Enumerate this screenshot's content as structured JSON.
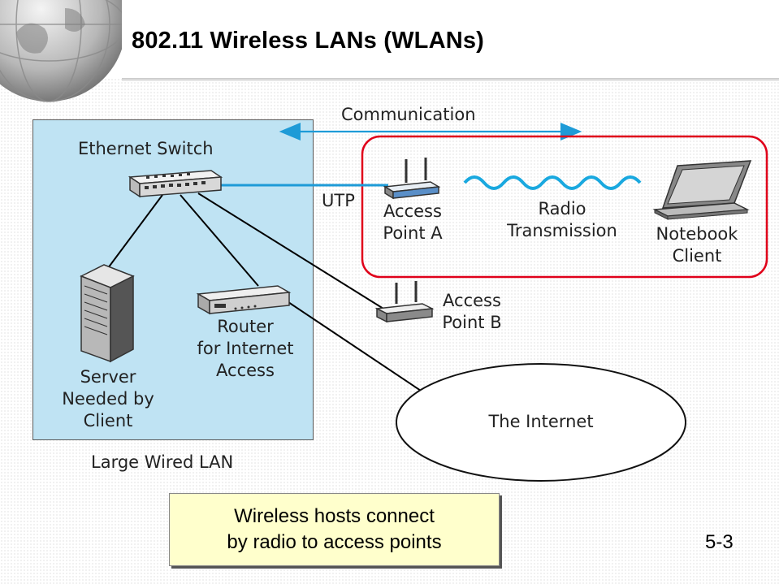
{
  "slide": {
    "title": "802.11 Wireless LANs (WLANs)",
    "page_number": "5-3"
  },
  "diagram": {
    "communication_label": "Communication",
    "ethernet_switch_label": "Ethernet Switch",
    "utp_label": "UTP",
    "access_point_a": [
      "Access",
      "Point A"
    ],
    "radio_transmission": [
      "Radio",
      "Transmission"
    ],
    "notebook_client": [
      "Notebook",
      "Client"
    ],
    "access_point_b": [
      "Access",
      "Point B"
    ],
    "router": [
      "Router",
      "for Internet",
      "Access"
    ],
    "server": [
      "Server",
      "Needed by",
      "Client"
    ],
    "internet_label": "The Internet",
    "lan_label": "Large Wired LAN"
  },
  "callout": {
    "line1": "Wireless hosts connect",
    "line2": "by radio to access points"
  },
  "colors": {
    "lan_fill": "#bfe3f3",
    "highlight_border": "#e0001a",
    "link_blue": "#1e9bd7",
    "callout_fill": "#ffffcc"
  }
}
